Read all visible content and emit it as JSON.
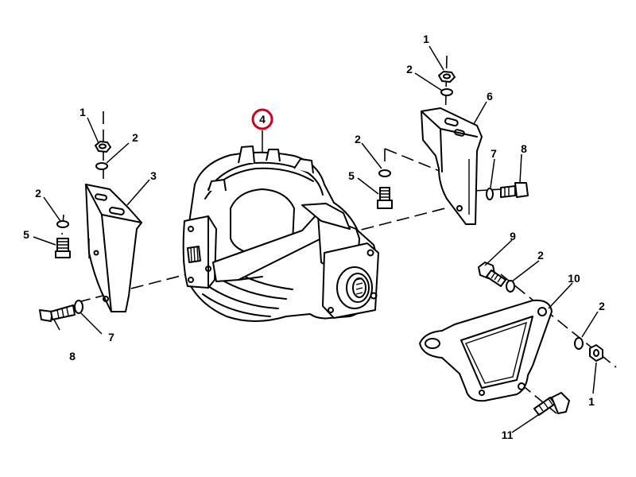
{
  "callouts": [
    {
      "id": "c1a",
      "label": "1"
    },
    {
      "id": "c2a",
      "label": "2"
    },
    {
      "id": "c3",
      "label": "3"
    },
    {
      "id": "c2b",
      "label": "2"
    },
    {
      "id": "c5a",
      "label": "5"
    },
    {
      "id": "c8a",
      "label": "8"
    },
    {
      "id": "c7a",
      "label": "7"
    },
    {
      "id": "c4",
      "label": "4",
      "highlighted": true
    },
    {
      "id": "c1b",
      "label": "1"
    },
    {
      "id": "c2c",
      "label": "2"
    },
    {
      "id": "c6",
      "label": "6"
    },
    {
      "id": "c2d",
      "label": "2"
    },
    {
      "id": "c5b",
      "label": "5"
    },
    {
      "id": "c7b",
      "label": "7"
    },
    {
      "id": "c8b",
      "label": "8"
    },
    {
      "id": "c9",
      "label": "9"
    },
    {
      "id": "c2e",
      "label": "2"
    },
    {
      "id": "c10",
      "label": "10"
    },
    {
      "id": "c2f",
      "label": "2"
    },
    {
      "id": "c1c",
      "label": "1"
    },
    {
      "id": "c11",
      "label": "11"
    }
  ],
  "colors": {
    "line": "#000000",
    "highlight": "#d0021b",
    "background": "#ffffff"
  }
}
